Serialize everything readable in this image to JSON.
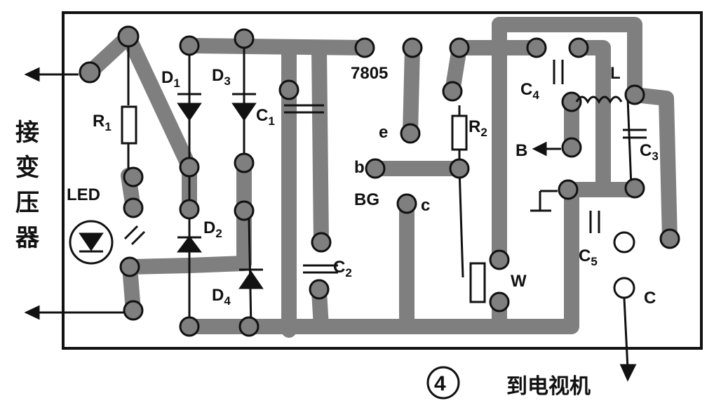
{
  "figure_number": "④",
  "side_label": [
    "接",
    "变",
    "压",
    "器"
  ],
  "bottom_label": "到电视机",
  "components": {
    "D1": {
      "letter": "D",
      "sub": "1"
    },
    "D2": {
      "letter": "D",
      "sub": "2"
    },
    "D3": {
      "letter": "D",
      "sub": "3"
    },
    "D4": {
      "letter": "D",
      "sub": "4"
    },
    "C1": {
      "letter": "C",
      "sub": "1"
    },
    "C2": {
      "letter": "C",
      "sub": "2"
    },
    "C3": {
      "letter": "C",
      "sub": "3"
    },
    "C4": {
      "letter": "C",
      "sub": "4"
    },
    "C5": {
      "letter": "C",
      "sub": "5"
    },
    "R1": {
      "letter": "R",
      "sub": "1"
    },
    "R2": {
      "letter": "R",
      "sub": "2"
    },
    "LED": "LED",
    "regulator": "7805",
    "transistor": "BG",
    "pin_e": "e",
    "pin_b": "b",
    "pin_c": "c",
    "inductor": "L",
    "pot": "W",
    "out_B": "B",
    "out_C": "C"
  },
  "colors": {
    "trace": "#7f7f7f",
    "ink": "#111111",
    "board_bg": "#ffffff"
  }
}
